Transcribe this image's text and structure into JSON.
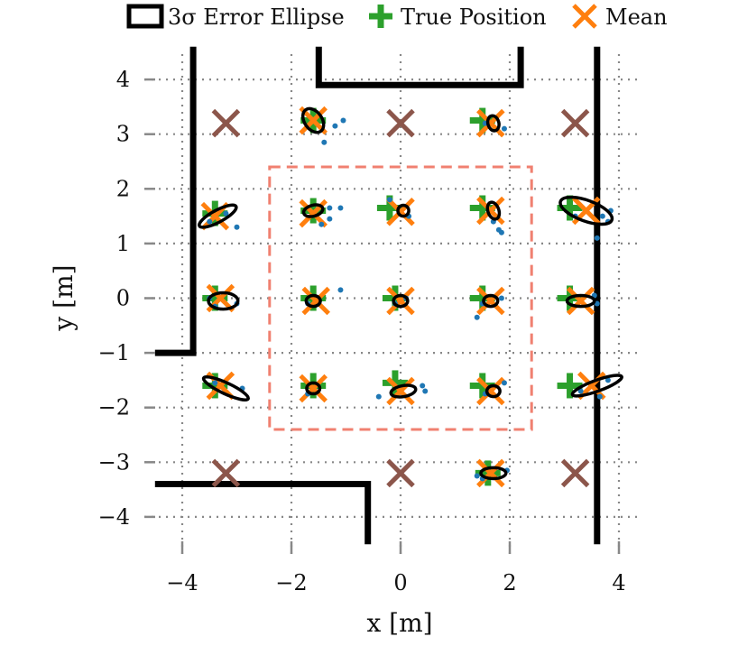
{
  "chart_data": {
    "type": "scatter",
    "xlabel": "x [m]",
    "ylabel": "y [m]",
    "xlim": [
      -4.5,
      4.2
    ],
    "ylim": [
      -4.5,
      4.5
    ],
    "xticks": [
      -4,
      -2,
      0,
      2,
      4
    ],
    "yticks": [
      -4,
      -3,
      -2,
      -1,
      0,
      1,
      2,
      3,
      4
    ],
    "xtick_labels": [
      "−4",
      "−2",
      "0",
      "2",
      "4"
    ],
    "ytick_labels": [
      "−4",
      "−3",
      "−2",
      "−1",
      "0",
      "1",
      "2",
      "3",
      "4"
    ],
    "grid": true,
    "legend": {
      "placement": "top",
      "entries": [
        {
          "label": "3σ Error Ellipse",
          "marker": "ellipse"
        },
        {
          "label": "True Position",
          "marker": "plus"
        },
        {
          "label": "Mean",
          "marker": "x"
        }
      ]
    },
    "colors": {
      "true_position": "#2ca02c",
      "mean": "#ff7f0e",
      "samples": "#1f77b4",
      "unmeasured": "#8c564b",
      "walls": "#000000",
      "region": "#f08070",
      "grid": "#888888"
    },
    "true_positions": [
      {
        "x": -3.4,
        "y": 1.55
      },
      {
        "x": -1.6,
        "y": 1.6
      },
      {
        "x": -0.2,
        "y": 1.65
      },
      {
        "x": 1.5,
        "y": 1.65
      },
      {
        "x": 3.1,
        "y": 1.65
      },
      {
        "x": -3.4,
        "y": 0.0
      },
      {
        "x": -1.6,
        "y": 0.0
      },
      {
        "x": -0.1,
        "y": 0.0
      },
      {
        "x": 1.5,
        "y": 0.0
      },
      {
        "x": 3.1,
        "y": 0.0
      },
      {
        "x": -3.4,
        "y": -1.6
      },
      {
        "x": -1.6,
        "y": -1.6
      },
      {
        "x": -0.1,
        "y": -1.55
      },
      {
        "x": 1.5,
        "y": -1.6
      },
      {
        "x": 3.1,
        "y": -1.6
      },
      {
        "x": -1.6,
        "y": 3.25
      },
      {
        "x": 1.5,
        "y": 3.25
      },
      {
        "x": 1.6,
        "y": -3.2
      }
    ],
    "means": [
      {
        "x": -3.4,
        "y": 1.5
      },
      {
        "x": -1.6,
        "y": 1.55
      },
      {
        "x": 0.0,
        "y": 1.58
      },
      {
        "x": 1.65,
        "y": 1.6
      },
      {
        "x": 3.4,
        "y": 1.6
      },
      {
        "x": -3.3,
        "y": 0.0
      },
      {
        "x": -1.55,
        "y": -0.05
      },
      {
        "x": 0.0,
        "y": -0.05
      },
      {
        "x": 1.65,
        "y": -0.05
      },
      {
        "x": 3.3,
        "y": -0.05
      },
      {
        "x": -3.3,
        "y": -1.6
      },
      {
        "x": -1.6,
        "y": -1.65
      },
      {
        "x": 0.0,
        "y": -1.7
      },
      {
        "x": 1.65,
        "y": -1.7
      },
      {
        "x": 3.5,
        "y": -1.6
      },
      {
        "x": -1.6,
        "y": 3.25
      },
      {
        "x": 1.65,
        "y": 3.2
      },
      {
        "x": 1.65,
        "y": -3.2
      }
    ],
    "ellipses_3sigma": [
      {
        "cx": -3.35,
        "cy": 1.5,
        "rx": 0.38,
        "ry": 0.11,
        "angle": 28
      },
      {
        "cx": -1.6,
        "cy": 1.6,
        "rx": 0.18,
        "ry": 0.1,
        "angle": 15
      },
      {
        "cx": 0.05,
        "cy": 1.6,
        "rx": 0.1,
        "ry": 0.1,
        "angle": 0
      },
      {
        "cx": 1.7,
        "cy": 1.6,
        "rx": 0.1,
        "ry": 0.16,
        "angle": 20
      },
      {
        "cx": 3.4,
        "cy": 1.6,
        "rx": 0.5,
        "ry": 0.19,
        "angle": -20
      },
      {
        "cx": -3.25,
        "cy": -0.05,
        "rx": 0.27,
        "ry": 0.15,
        "angle": 0
      },
      {
        "cx": -1.6,
        "cy": -0.05,
        "rx": 0.13,
        "ry": 0.1,
        "angle": 0
      },
      {
        "cx": 0.0,
        "cy": -0.05,
        "rx": 0.13,
        "ry": 0.1,
        "angle": 0
      },
      {
        "cx": 1.65,
        "cy": -0.05,
        "rx": 0.13,
        "ry": 0.1,
        "angle": 0
      },
      {
        "cx": 3.3,
        "cy": -0.05,
        "rx": 0.25,
        "ry": 0.1,
        "angle": 0
      },
      {
        "cx": -3.2,
        "cy": -1.65,
        "rx": 0.45,
        "ry": 0.1,
        "angle": -25
      },
      {
        "cx": -1.6,
        "cy": -1.65,
        "rx": 0.12,
        "ry": 0.1,
        "angle": 0
      },
      {
        "cx": 0.05,
        "cy": -1.7,
        "rx": 0.23,
        "ry": 0.1,
        "angle": 10
      },
      {
        "cx": 1.7,
        "cy": -1.7,
        "rx": 0.12,
        "ry": 0.1,
        "angle": 0
      },
      {
        "cx": 3.6,
        "cy": -1.6,
        "rx": 0.48,
        "ry": 0.1,
        "angle": 20
      },
      {
        "cx": -1.6,
        "cy": 3.25,
        "rx": 0.24,
        "ry": 0.16,
        "angle": -55
      },
      {
        "cx": 1.7,
        "cy": 3.2,
        "rx": 0.1,
        "ry": 0.14,
        "angle": 15
      },
      {
        "cx": 1.7,
        "cy": -3.2,
        "rx": 0.23,
        "ry": 0.1,
        "angle": 0
      }
    ],
    "samples": [
      {
        "x": -3.5,
        "y": 1.4
      },
      {
        "x": -3.2,
        "y": 1.55
      },
      {
        "x": -3.0,
        "y": 1.3
      },
      {
        "x": -1.3,
        "y": 1.65
      },
      {
        "x": -1.1,
        "y": 1.65
      },
      {
        "x": -1.3,
        "y": 1.45
      },
      {
        "x": -1.45,
        "y": 1.35
      },
      {
        "x": -0.2,
        "y": 1.8
      },
      {
        "x": 0.15,
        "y": 1.5
      },
      {
        "x": 1.8,
        "y": 1.25
      },
      {
        "x": 1.85,
        "y": 1.2
      },
      {
        "x": 1.7,
        "y": 1.4
      },
      {
        "x": 3.7,
        "y": 1.5
      },
      {
        "x": 3.8,
        "y": 1.4
      },
      {
        "x": 3.6,
        "y": 1.1
      },
      {
        "x": 3.2,
        "y": 1.5
      },
      {
        "x": 3.85,
        "y": 1.6
      },
      {
        "x": -3.5,
        "y": 0.0
      },
      {
        "x": -3.0,
        "y": -0.1
      },
      {
        "x": -3.4,
        "y": -0.15
      },
      {
        "x": -1.1,
        "y": 0.15
      },
      {
        "x": -1.7,
        "y": -0.1
      },
      {
        "x": 0.1,
        "y": 0.0
      },
      {
        "x": -0.1,
        "y": -0.1
      },
      {
        "x": 1.4,
        "y": -0.35
      },
      {
        "x": 1.85,
        "y": 0.0
      },
      {
        "x": 1.5,
        "y": -0.1
      },
      {
        "x": 3.55,
        "y": 0.05
      },
      {
        "x": 3.6,
        "y": -0.1
      },
      {
        "x": -2.9,
        "y": -1.65
      },
      {
        "x": -3.4,
        "y": -1.55
      },
      {
        "x": -1.7,
        "y": -1.75
      },
      {
        "x": -0.4,
        "y": -1.8
      },
      {
        "x": 0.4,
        "y": -1.6
      },
      {
        "x": 0.45,
        "y": -1.7
      },
      {
        "x": 1.9,
        "y": -1.55
      },
      {
        "x": 1.55,
        "y": -1.75
      },
      {
        "x": 3.8,
        "y": -1.5
      },
      {
        "x": 3.3,
        "y": -1.7
      },
      {
        "x": 3.65,
        "y": -1.8
      },
      {
        "x": -1.2,
        "y": 3.15
      },
      {
        "x": -1.4,
        "y": 2.85
      },
      {
        "x": -1.05,
        "y": 3.25
      },
      {
        "x": 1.9,
        "y": 3.1
      },
      {
        "x": 1.55,
        "y": 3.2
      },
      {
        "x": 1.4,
        "y": -3.25
      },
      {
        "x": 1.95,
        "y": -3.15
      },
      {
        "x": 1.5,
        "y": -3.3
      }
    ],
    "unmeasured_points": [
      {
        "x": -3.2,
        "y": 3.2
      },
      {
        "x": 0.0,
        "y": 3.2
      },
      {
        "x": 3.2,
        "y": 3.2
      },
      {
        "x": -3.2,
        "y": -3.2
      },
      {
        "x": 0.0,
        "y": -3.2
      },
      {
        "x": 3.2,
        "y": -3.2
      }
    ],
    "walls": [
      [
        [
          -3.8,
          4.6
        ],
        [
          -3.8,
          -1.0
        ],
        [
          -4.5,
          -1.0
        ]
      ],
      [
        [
          -4.5,
          -3.4
        ],
        [
          -0.6,
          -3.4
        ],
        [
          -0.6,
          -4.5
        ]
      ],
      [
        [
          -1.5,
          4.6
        ],
        [
          -1.5,
          3.9
        ],
        [
          2.2,
          3.9
        ],
        [
          2.2,
          4.6
        ]
      ],
      [
        [
          3.6,
          4.6
        ],
        [
          3.6,
          -4.5
        ]
      ]
    ],
    "region": {
      "x0": -2.4,
      "x1": 2.4,
      "y0": -2.4,
      "y1": 2.4
    }
  }
}
